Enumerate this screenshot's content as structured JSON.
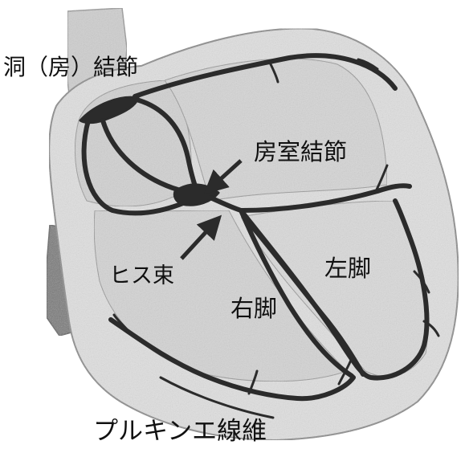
{
  "labels": {
    "sa_node": "洞（房）結節",
    "av_node": "房室結節",
    "his_bundle": "ヒス束",
    "left_bundle": "左脚",
    "right_bundle": "右脚",
    "purkinje": "プルキンエ線維"
  },
  "colors": {
    "conduction": "#2b2b2b",
    "tissue_fill": "#d9d9d9",
    "vessel_fill": "#c8c8c8",
    "dark_vessel": "#7a7a7a",
    "outline": "#8a8a8a",
    "text": "#111111"
  }
}
